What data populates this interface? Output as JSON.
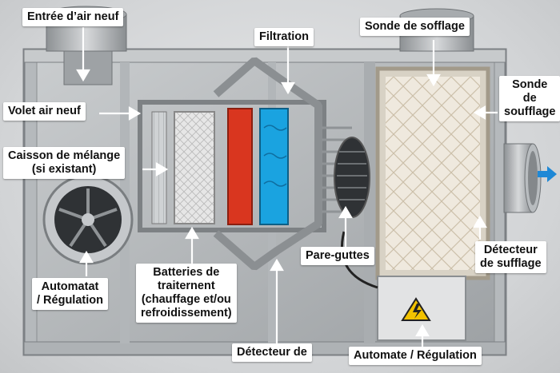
{
  "labels": {
    "entree_air_neuf": "Entrée d’air neuf",
    "filtration": "Filtration",
    "sonde_soufflage_top": "Sonde de sofflage",
    "volet_air_neuf": "Volet air neuf",
    "sonde_right_1": "Sonde",
    "sonde_right_2": "de",
    "sonde_right_3": "soufflage",
    "caisson_1": "Caisson de mélange",
    "caisson_2": "(si existant)",
    "pare_guttes": "Pare-guttes",
    "detecteur_soufflage_1": "Détecteur",
    "detecteur_soufflage_2": "de sufflage",
    "automatat_1": "Automatat",
    "automatat_2": "/ Régulation",
    "batteries_1": "Batteries de",
    "batteries_2": "traiternent",
    "batteries_3": "(chauffage et/ou",
    "batteries_4": "refroidissement)",
    "detecteur_bottom": "Détecteur de",
    "automate_regulation": "Automate / Régulation"
  },
  "colors": {
    "heating_coil": "#d9361f",
    "cooling_coil": "#1aa3e0",
    "outlet_arrow": "#1e88d6",
    "warning": "#f2c200"
  }
}
